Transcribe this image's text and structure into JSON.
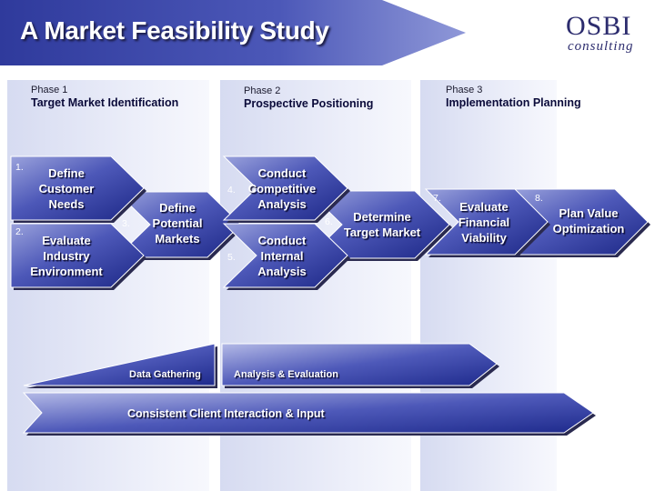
{
  "title": "A Market Feasibility Study",
  "logo": {
    "name": "OSBI",
    "sub": "consulting"
  },
  "phases": [
    {
      "number": "Phase 1",
      "name": "Target Market Identification"
    },
    {
      "number": "Phase 2",
      "name": "Prospective Positioning"
    },
    {
      "number": "Phase 3",
      "name": "Implementation Planning"
    }
  ],
  "steps": [
    {
      "num": "1.",
      "label": "Define Customer Needs"
    },
    {
      "num": "2.",
      "label": "Evaluate Industry Environment"
    },
    {
      "num": "3.",
      "label": "Define Potential Markets"
    },
    {
      "num": "4.",
      "label": "Conduct Competitive Analysis"
    },
    {
      "num": "5.",
      "label": "Conduct Internal Analysis"
    },
    {
      "num": "6.",
      "label": "Determine Target Market"
    },
    {
      "num": "7.",
      "label": "Evaluate Financial Viability"
    },
    {
      "num": "8.",
      "label": "Plan Value Optimization"
    }
  ],
  "bands": {
    "data_gathering": "Data Gathering",
    "analysis": "Analysis & Evaluation",
    "client": "Consistent Client Interaction & Input"
  },
  "colors": {
    "column_bg": "#dfe3f4",
    "chevron_light": "#8e97d6",
    "chevron_dark": "#1e2a8c",
    "title_bar": "#2a3598"
  }
}
